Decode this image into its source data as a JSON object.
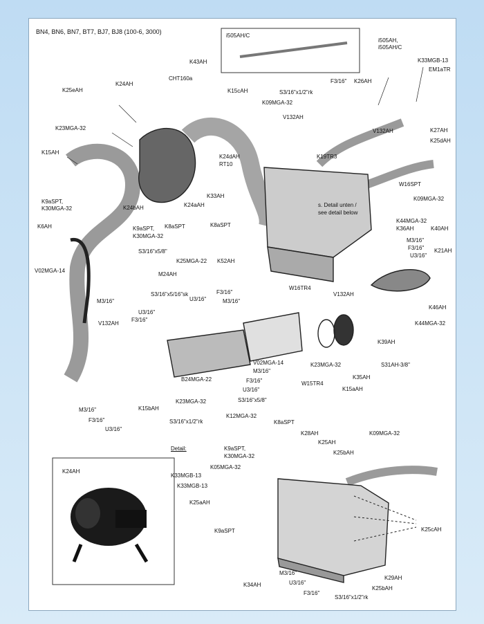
{
  "header": "BN4, BN6, BN7, BT7, BJ7, BJ8 (100-6, 3000)",
  "inset_top_title": "i505AH/C",
  "inset_photo_title": "K24AH",
  "detail_label": "Detail:",
  "note_detail": [
    "s. Detail unten /",
    "see detail below"
  ],
  "labels": {
    "l01": "i505AH,",
    "l02": "i505AH/C",
    "l03": "K33MGB-13",
    "l04": "EM1aTR",
    "l05": "K43AH",
    "l06": "CHT160a",
    "l07": "K24AH",
    "l08": "K25eAH",
    "l09": "K15cAH",
    "l10": "F3/16\"",
    "l11": "K26AH",
    "l12": "S3/16\"x1/2\"rk",
    "l13": "K09MGA-32",
    "l14": "K27AH",
    "l15": "K25dAH",
    "l16": "K23MGA-32",
    "l17": "V132AH",
    "l18": "V132AH",
    "l19": "K24dAH",
    "l20": "RT10",
    "l21": "K19TR3",
    "l22": "K15AH",
    "l23": "W16SPT",
    "l24": "K09MGA-32",
    "l25": "K24aAH",
    "l26": "K33AH",
    "l27": "K24bAH",
    "l28": "K9aSPT,",
    "l29": "K30MGA-32",
    "l30": "K6AH",
    "l31": "K9aSPT,",
    "l32": "K30MGA-32",
    "l33": "K8aSPT",
    "l34": "K8aSPT",
    "l35": "K44MGA-32",
    "l36": "K36AH",
    "l37": "K40AH",
    "l38": "M3/16\"",
    "l39": "F3/16\"",
    "l40": "U3/16\"",
    "l41": "K21AH",
    "l42": "S3/16\"x5/8\"",
    "l43": "K25MGA-22",
    "l44": "K52AH",
    "l45": "V02MGA-14",
    "l46": "M24AH",
    "l47": "W16TR4",
    "l48": "V132AH",
    "l49": "S3/16\"x5/16\"sk",
    "l50": "F3/16\"",
    "l51": "M3/16\"",
    "l52": "U3/16\"",
    "l53": "M3/16\"",
    "l54": "U3/16\"",
    "l55": "F3/16\"",
    "l56": "K46AH",
    "l57": "K44MGA-32",
    "l58": "V132AH",
    "l59": "K39AH",
    "l60": "V02MGA-14",
    "l61": "M3/16\"",
    "l62": "K23MGA-32",
    "l63": "S31AH-3/8\"",
    "l64": "F3/16\"",
    "l65": "K35AH",
    "l66": "W15TR4",
    "l67": "K15aAH",
    "l68": "U3/16\"",
    "l69": "S3/16\"x5/8\"",
    "l70": "B24MGA-22",
    "l71": "K23MGA-32",
    "l72": "K15bAH",
    "l73": "K12MGA-32",
    "l74": "M3/16\"",
    "l75": "F3/16\"",
    "l76": "U3/16\"",
    "l77": "S3/16\"x1/2\"rk",
    "l78": "K8aSPT",
    "l79": "K28AH",
    "l80": "K25AH",
    "l81": "K09MGA-32",
    "l82": "K25bAH",
    "l83": "K9aSPT,",
    "l84": "K30MGA-32",
    "l85": "K05MGA-32",
    "l86": "K33MGB-13",
    "l87": "K33MGB-13",
    "l88": "K25aAH",
    "l89": "K9aSPT",
    "l90": "K25cAH",
    "l91": "M3/16\"",
    "l92": "U3/16\"",
    "l93": "F3/16\"",
    "l94": "S3/16\"x1/2\"rk",
    "l95": "K25bAH",
    "l96": "K29AH",
    "l97": "K34AH"
  }
}
